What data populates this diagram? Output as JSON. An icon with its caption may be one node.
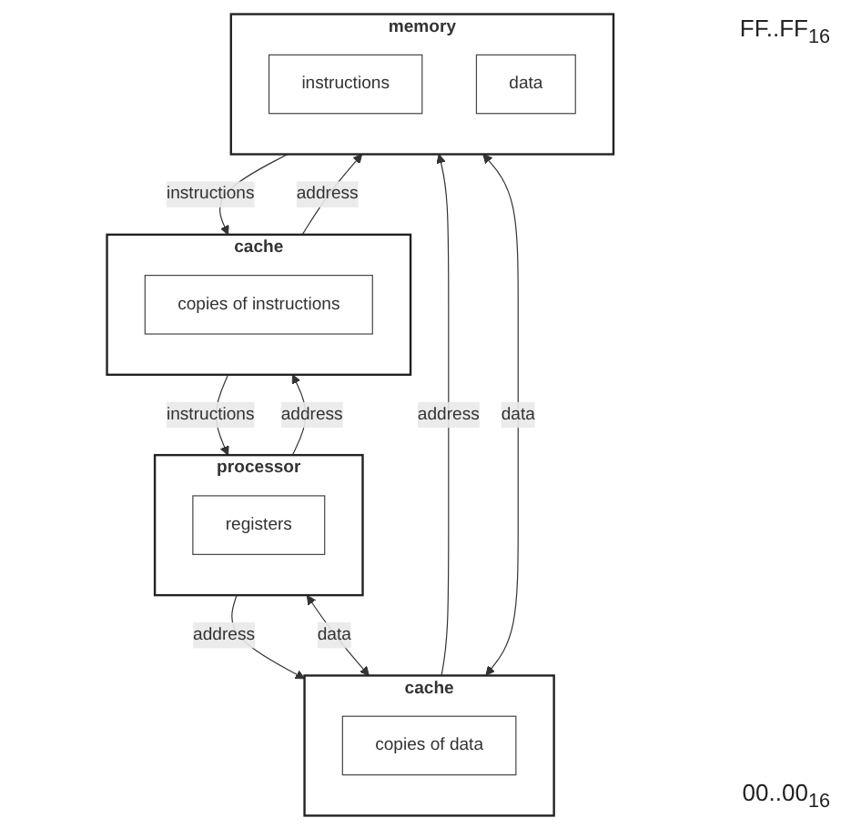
{
  "diagram": {
    "nodes": [
      {
        "text": [
          "cache"
        ]
      },
      {
        "text": [
          "copies of instructions"
        ],
        "in": 0
      },
      {
        "text": [
          "processor"
        ]
      },
      {
        "text": [
          "registers"
        ],
        "in": 2
      },
      {
        "text": [
          "cache"
        ]
      },
      {
        "text": [
          "copies of data"
        ],
        "in": 4
      },
      {
        "text": [
          "memory"
        ]
      },
      {
        "text": [
          "instructions"
        ],
        "in": 6
      },
      {
        "text": [
          "data"
        ],
        "in": 6
      }
    ],
    "edges": [
      {
        "from": 0,
        "to": 6,
        "arrow": "to",
        "label": "address"
      },
      {
        "from": 6,
        "to": 0,
        "arrow": "to",
        "label": "instructions"
      },
      {
        "from": 2,
        "to": 0,
        "arrow": "to",
        "label": "address"
      },
      {
        "from": 0,
        "to": 2,
        "arrow": "to",
        "label": "instructions"
      },
      {
        "from": 2,
        "to": 4,
        "arrow": "to",
        "label": "address"
      },
      {
        "from": 2,
        "to": 4,
        "arrow": "both",
        "label": "data"
      },
      {
        "from": 4,
        "to": 6,
        "arrow": "to",
        "label": "address"
      },
      {
        "from": 4,
        "to": 6,
        "arrow": "both",
        "label": "data"
      }
    ],
    "labels": [
      "FF..FF$_{16}$",
      "00..00$_{16}$"
    ]
  }
}
